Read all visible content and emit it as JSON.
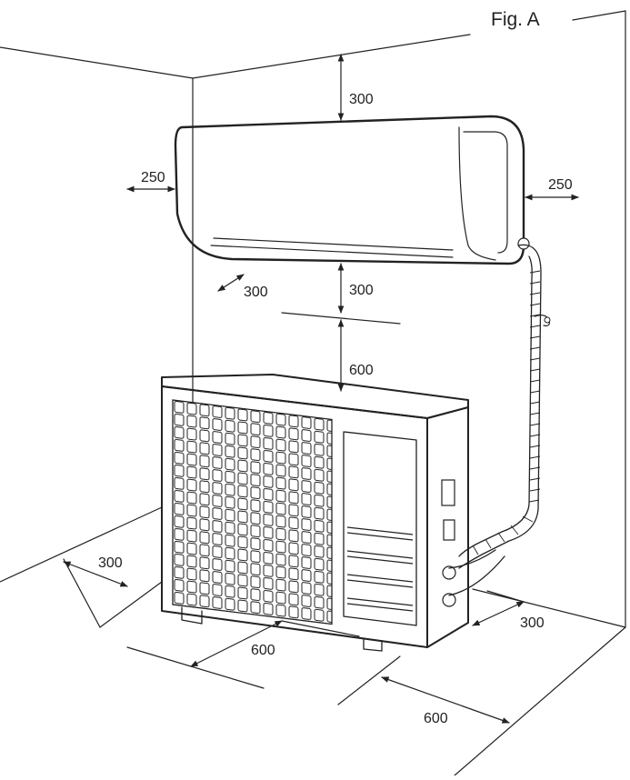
{
  "figure_label": "Fig. A",
  "dimensions": {
    "above_indoor": "300",
    "indoor_left": "250",
    "indoor_right": "250",
    "indoor_front": "300",
    "below_indoor": "300",
    "above_outdoor": "600",
    "outdoor_back": "300",
    "outdoor_front": "600",
    "outdoor_side": "300",
    "outdoor_side_access": "600"
  }
}
